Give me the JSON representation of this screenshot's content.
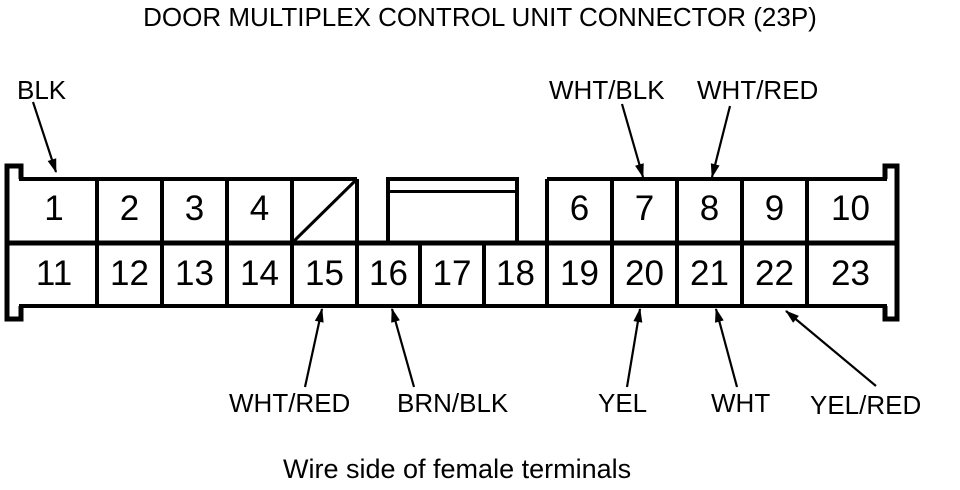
{
  "title": "DOOR MULTIPLEX CONTROL UNIT CONNECTOR (23P)",
  "caption": "Wire side of female terminals",
  "connector": {
    "top_row_pins": [
      "1",
      "2",
      "3",
      "4",
      "6",
      "7",
      "8",
      "9",
      "10"
    ],
    "bottom_row_pins": [
      "11",
      "12",
      "13",
      "14",
      "15",
      "16",
      "17",
      "18",
      "19",
      "20",
      "21",
      "22",
      "23"
    ]
  },
  "wire_labels": [
    {
      "text": "BLK",
      "pin": "1"
    },
    {
      "text": "WHT/BLK",
      "pin": "7"
    },
    {
      "text": "WHT/RED",
      "pin": "8"
    },
    {
      "text": "WHT/RED",
      "pin": "15"
    },
    {
      "text": "BRN/BLK",
      "pin": "16"
    },
    {
      "text": "YEL",
      "pin": "20"
    },
    {
      "text": "WHT",
      "pin": "21"
    },
    {
      "text": "YEL/RED",
      "pin": "22"
    }
  ],
  "colors": {
    "line": "#000000",
    "background": "#ffffff",
    "text": "#000000"
  }
}
